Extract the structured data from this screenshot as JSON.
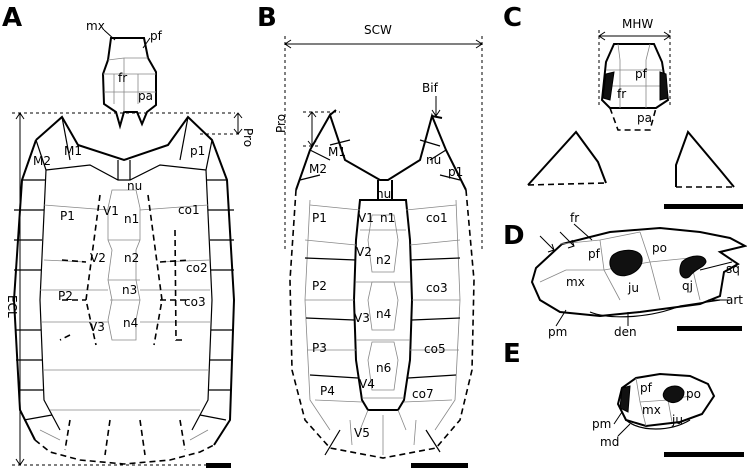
{
  "panels": {
    "A": "A",
    "B": "B",
    "C": "C",
    "D": "D",
    "E": "E"
  },
  "labels_A": {
    "mx": "mx",
    "pf": "pf",
    "fr": "fr",
    "pa": "pa",
    "Pro": "Pro",
    "ECL": "ECL",
    "M1": "M1",
    "M2": "M2",
    "p1": "p1",
    "nu": "nu",
    "P1": "P1",
    "V1": "V1",
    "n1": "n1",
    "co1": "co1",
    "V2": "V2",
    "n2": "n2",
    "co2": "co2",
    "P2": "P2",
    "n3": "n3",
    "co3": "co3",
    "V3": "V3",
    "n4": "n4"
  },
  "labels_B": {
    "SCW": "SCW",
    "Bif": "Bif",
    "Pro": "Pro",
    "M1": "M1",
    "M2": "M2",
    "nu_top": "nu",
    "p1": "p1",
    "nu": "nu",
    "P1": "P1",
    "V1": "V1",
    "n1": "n1",
    "co1": "co1",
    "V2": "V2",
    "n2": "n2",
    "P2": "P2",
    "co3": "co3",
    "V3": "V3",
    "n4": "n4",
    "P3": "P3",
    "co5": "co5",
    "n6": "n6",
    "V4": "V4",
    "P4": "P4",
    "co7": "co7",
    "V5": "V5"
  },
  "labels_C": {
    "MHW": "MHW",
    "pf": "pf",
    "fr": "fr",
    "pa": "pa"
  },
  "labels_D": {
    "fr": "fr",
    "pf": "pf",
    "po": "po",
    "sq": "sq",
    "mx": "mx",
    "ju": "ju",
    "qj": "qj",
    "art": "art",
    "pm": "pm",
    "den": "den"
  },
  "labels_E": {
    "pf": "pf",
    "po": "po",
    "mx": "mx",
    "ju": "ju",
    "pm": "pm",
    "md": "md"
  }
}
